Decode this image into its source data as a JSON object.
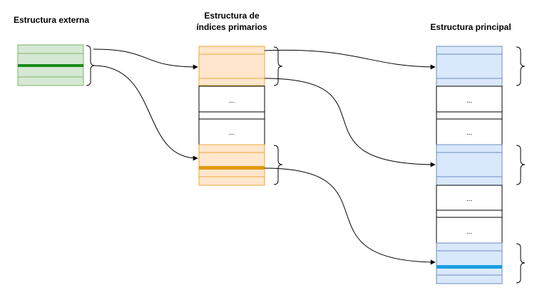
{
  "titles": {
    "external": "Estructura externa",
    "index_line1": "Estructura de",
    "index_line2": "índices primarios",
    "main": "Estructura principal"
  },
  "ellipsis": "...",
  "colors": {
    "green_fill": "#d5e8d4",
    "green_stroke": "#82b366",
    "green_highlight": "#1a8a1a",
    "orange_fill": "#ffe6cc",
    "orange_stroke": "#e8a83a",
    "orange_highlight": "#e09a10",
    "blue_fill": "#dae8fc",
    "blue_stroke": "#6c8ebf",
    "blue_highlight": "#1a9ee0"
  }
}
